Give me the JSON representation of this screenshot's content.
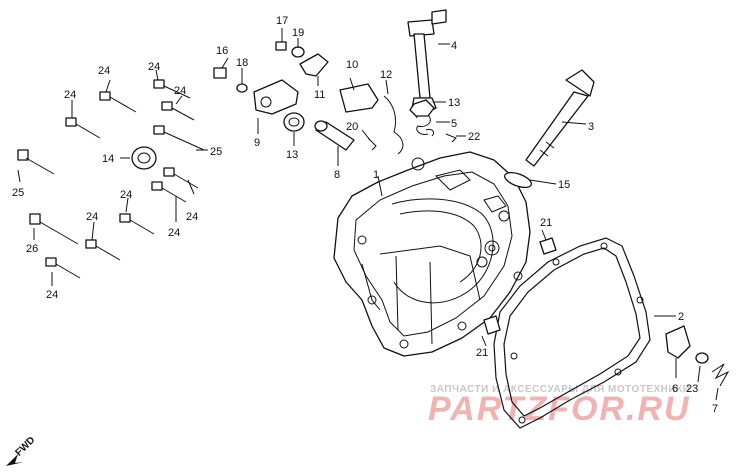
{
  "callouts": {
    "c1": "1",
    "c2": "2",
    "c3": "3",
    "c4": "4",
    "c5": "5",
    "c6": "6",
    "c7": "7",
    "c8": "8",
    "c9": "9",
    "c10": "10",
    "c11": "11",
    "c12": "12",
    "c13a": "13",
    "c13b": "13",
    "c14": "14",
    "c15": "15",
    "c16": "16",
    "c17": "17",
    "c18": "18",
    "c19": "19",
    "c20": "20",
    "c21a": "21",
    "c21b": "21",
    "c22": "22",
    "c23": "23",
    "c24a": "24",
    "c24b": "24",
    "c24c": "24",
    "c24d": "24",
    "c24e": "24",
    "c24f": "24",
    "c24g": "24",
    "c24h": "24",
    "c24i": "24",
    "c25a": "25",
    "c25b": "25",
    "c26": "26"
  },
  "direction_marker": "FWD",
  "watermark": {
    "caption": "ЗАПЧАСТИ И АКСЕССУАРЫ ДЛЯ МОТОТЕХНИКИ",
    "brand": "PARTZFOR.RU"
  }
}
